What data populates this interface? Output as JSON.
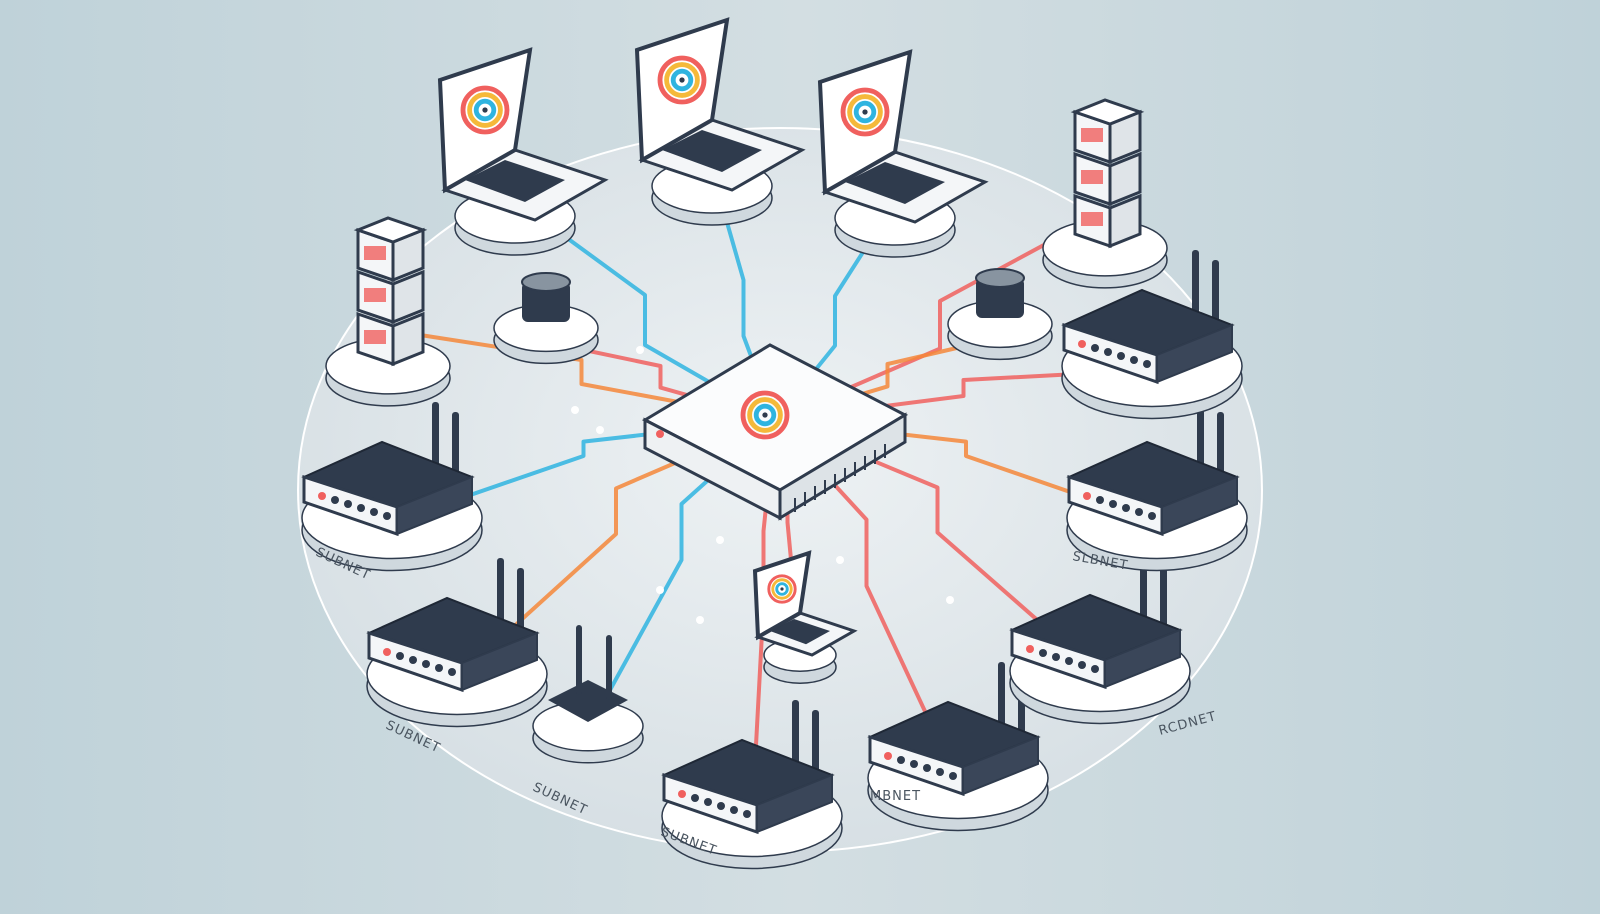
{
  "colors": {
    "background": "#c8d7dd",
    "platform": "#dfe6ea",
    "device_dark": "#2f3b4d",
    "device_light": "#f4f6f8",
    "cable_red": "#f0605e",
    "cable_blue": "#2fb4e0",
    "cable_orange": "#f5873a"
  },
  "hub": {
    "type": "router-hub",
    "icon": "wifi-logo-icon"
  },
  "devices": [
    {
      "type": "laptop"
    },
    {
      "type": "laptop"
    },
    {
      "type": "laptop"
    },
    {
      "type": "laptop"
    },
    {
      "type": "server"
    },
    {
      "type": "server"
    },
    {
      "type": "sensor"
    },
    {
      "type": "sensor"
    },
    {
      "type": "router"
    },
    {
      "type": "router"
    },
    {
      "type": "access-point"
    },
    {
      "type": "router"
    },
    {
      "type": "router"
    },
    {
      "type": "router"
    },
    {
      "type": "router"
    },
    {
      "type": "router"
    }
  ],
  "labels": [
    "SUBNET",
    "SUBNET",
    "SUBNET",
    "SUBNET",
    "MBNET",
    "SLBNET",
    "RCDNET"
  ]
}
